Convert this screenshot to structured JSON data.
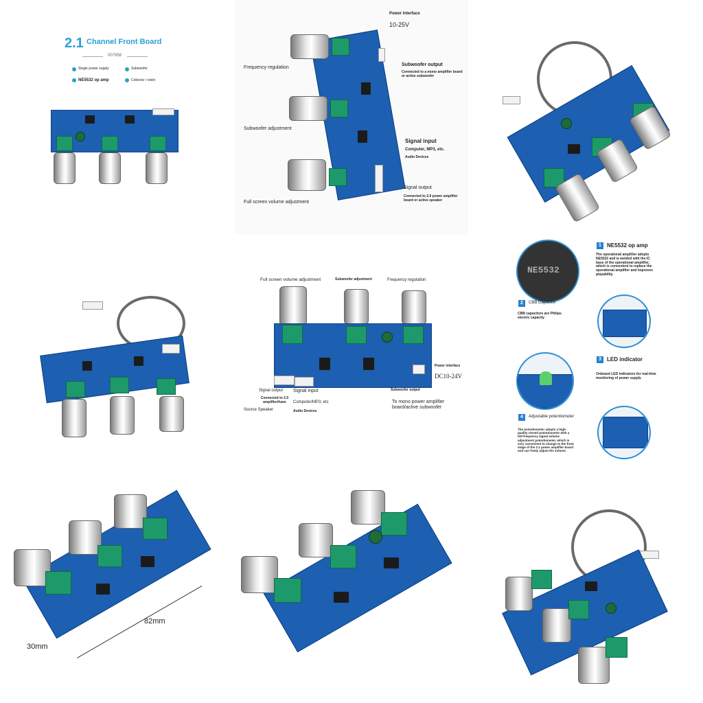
{
  "panel1": {
    "title_num": "2.1",
    "title_text": "Channel Front Board",
    "code": "007958",
    "features": [
      "Single power supply",
      "Subwoofer",
      "NE5532 op amp",
      "Collector / violin"
    ]
  },
  "panel2": {
    "power_interface": "Power Interface",
    "voltage": "10-25V",
    "subwoofer_output": "Subwoofer output",
    "subwoofer_output_desc": "Connected to a mono amplifier board or active subwoofer",
    "frequency_regulation": "Frequency regulation",
    "subwoofer_adjustment": "Subwoofer adjustment",
    "signal_input": "Signal input",
    "signal_input_desc": "Computer, MP3, etc.",
    "signal_input_desc2": "Audio Devices",
    "signal_output": "Signal output",
    "signal_output_desc": "Connected to 2.0 power amplifier board or active speaker",
    "volume": "Full screen volume adjustment"
  },
  "panel5": {
    "volume": "Full screen volume adjustment",
    "subwoofer_adj": "Subwoofer adjustment",
    "frequency": "Frequency regulation",
    "power_interface": "Power interface",
    "dc": "DC10-24V",
    "subwoofer_output": "Subwoofer output",
    "signal_output": "Signal output",
    "signal_output_desc": "Connected to 2.0 amplifier/have",
    "source_speaker": "Source Speaker",
    "signal_input": "Signal input",
    "computer": "Computer/MP3, etc",
    "audio_devices": "Audio Devices",
    "mono": "To mono power amplifier board/active subwoofer"
  },
  "panel6": {
    "items": [
      {
        "num": "1",
        "title": "NE5532 op amp",
        "desc": "The operational amplifier adopts NE5532 and is welded with the IC base of the operational amplifier, which is convenient to replace the operational amplifier and improves playability."
      },
      {
        "num": "2",
        "title": "CBB Capacitor",
        "desc": "CBB capacitors are Philips electric capacity"
      },
      {
        "num": "3",
        "title": "LED indicator",
        "desc": "Onboard LED indicators for real-time monitoring of power supply"
      },
      {
        "num": "4",
        "title": "Adjustable potentiometer",
        "desc": "The potentiometer adopts a high-quality closed potentiometer with a full-frequency signal volume adjustment potentiometer, which is very convenient to change to the front stage of the 2.1 power amplifier board and can freely adjust the volume."
      }
    ],
    "chip_text": "NE5532"
  },
  "panel7": {
    "width_label": "82mm",
    "height_label": "30mm"
  },
  "colors": {
    "board": "#1d5fb0",
    "pot_base": "#1e9a6a",
    "accent": "#2c7fd0"
  }
}
